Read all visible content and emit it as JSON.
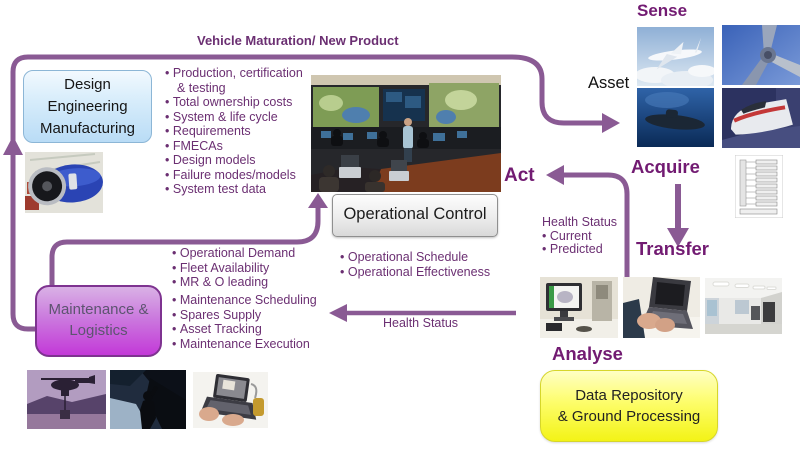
{
  "flow_labels": {
    "vehicle_maturation": "Vehicle Maturation/ New Product",
    "sense": "Sense",
    "asset": "Asset",
    "acquire": "Acquire",
    "act": "Act",
    "transfer": "Transfer",
    "analyse": "Analyse",
    "health_status_arrow": "Health Status"
  },
  "boxes": {
    "design": {
      "label": "Design\nEngineering\nManufacturing"
    },
    "operational_control": {
      "label": "Operational Control"
    },
    "maintenance": {
      "label": "Maintenance &\nLogistics"
    },
    "data_repository": {
      "label": "Data Repository\n& Ground Processing"
    }
  },
  "bullet_lists": {
    "design_engineering": [
      "Production, certification & testing",
      "Total ownership costs",
      "System & life cycle",
      "Requirements",
      "FMECAs",
      "Design models",
      "Failure modes/models",
      "System test data"
    ],
    "operational_demand": [
      "Operational Demand",
      "Fleet Availability",
      "MR & O leading"
    ],
    "maintenance_actions": [
      "Maintenance Scheduling",
      "Spares Supply",
      "Asset Tracking",
      "Maintenance Execution"
    ],
    "operational_control": [
      "Operational Schedule",
      "Operational Effectiveness"
    ],
    "health_status": {
      "title": "Health Status",
      "items": [
        "Current",
        "Predicted"
      ]
    }
  },
  "photos": {
    "design_area": "aircraft-engine",
    "control_center": "operations-control-room",
    "sense_grid": [
      "airliner-in-flight",
      "rotor-blades",
      "submarine",
      "high-speed-train"
    ],
    "maintenance_row": [
      "helicopter-lifting-load",
      "aircraft-maintenance-silhouette",
      "field-laptop-diagnostics"
    ],
    "analyse_row": [
      "analysis-workstation",
      "laptop-closeup",
      "laboratory-corridor"
    ],
    "right_schematic": "system-block-diagram"
  },
  "colors": {
    "arrow_purple": "#8a5a94",
    "label_purple": "#721b72",
    "bullet_purple": "#6b2f72",
    "design_box_fill": "#cde7fa",
    "maintenance_box_fill": "#c857dc",
    "repository_box_fill": "#f8f83a"
  }
}
